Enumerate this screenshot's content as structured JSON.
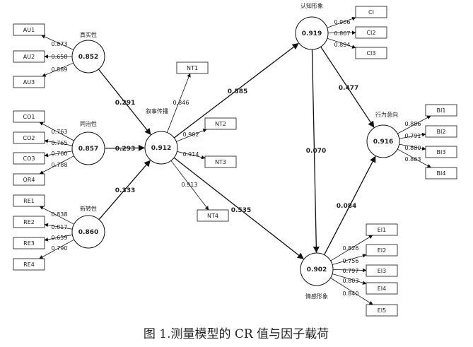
{
  "diagram": {
    "caption": "图 1.测量模型的 CR 值与因子载荷",
    "constructs": [
      {
        "id": "authenticity",
        "label": "真实性",
        "value": "0.852"
      },
      {
        "id": "consistency",
        "label": "同治性",
        "value": "0.857"
      },
      {
        "id": "novelty",
        "label": "新转性",
        "value": "0.860"
      },
      {
        "id": "narrative",
        "label": "叙事传播",
        "value": "0.912"
      },
      {
        "id": "cognitive",
        "label": "认知形象",
        "value": "0.919"
      },
      {
        "id": "emotional",
        "label": "情感形象",
        "value": "0.902"
      },
      {
        "id": "behavior",
        "label": "行为意向",
        "value": "0.916"
      }
    ],
    "indicators": [
      {
        "label": "AU1",
        "loading": "0.873"
      },
      {
        "label": "AU2",
        "loading": "0.658"
      },
      {
        "label": "AU3",
        "loading": "0.889"
      },
      {
        "label": "CO1",
        "loading": "0.763"
      },
      {
        "label": "CO2",
        "loading": "0.765"
      },
      {
        "label": "CO3",
        "loading": "0.760"
      },
      {
        "label": "OR4",
        "loading": "0.788"
      },
      {
        "label": "RE1",
        "loading": "0.838"
      },
      {
        "label": "RE2",
        "loading": "0.817"
      },
      {
        "label": "RE3",
        "loading": "0.659"
      },
      {
        "label": "RE4",
        "loading": "0.790"
      },
      {
        "label": "NT1",
        "loading": "0.846"
      },
      {
        "label": "NT2",
        "loading": "0.902"
      },
      {
        "label": "NT3",
        "loading": "0.914"
      },
      {
        "label": "NT4",
        "loading": "0.913"
      },
      {
        "label": "CI",
        "loading": "0.906"
      },
      {
        "label": "CI2",
        "loading": "0.867"
      },
      {
        "label": "CI3",
        "loading": "0.894"
      },
      {
        "label": "BI1",
        "loading": "0.886"
      },
      {
        "label": "BI2",
        "loading": "0.791"
      },
      {
        "label": "BI3",
        "loading": "0.880"
      },
      {
        "label": "BI4",
        "loading": "0.863"
      },
      {
        "label": "EI1",
        "loading": "0.826"
      },
      {
        "label": "EI2",
        "loading": "0.756"
      },
      {
        "label": "EI3",
        "loading": "0.797"
      },
      {
        "label": "EI4",
        "loading": "0.803"
      },
      {
        "label": "EI5",
        "loading": "0.840"
      }
    ],
    "paths": [
      {
        "from": "authenticity",
        "to": "narrative",
        "coef": "0.291"
      },
      {
        "from": "consistency",
        "to": "narrative",
        "coef": "0.293"
      },
      {
        "from": "novelty",
        "to": "narrative",
        "coef": "0.333"
      },
      {
        "from": "narrative",
        "to": "cognitive",
        "coef": "0.585"
      },
      {
        "from": "narrative",
        "to": "emotional",
        "coef": "0.535"
      },
      {
        "from": "cognitive",
        "to": "emotional",
        "coef": "0.070"
      },
      {
        "from": "cognitive",
        "to": "behavior",
        "coef": "0.477"
      },
      {
        "from": "emotional",
        "to": "behavior",
        "coef": "0.084"
      }
    ]
  }
}
